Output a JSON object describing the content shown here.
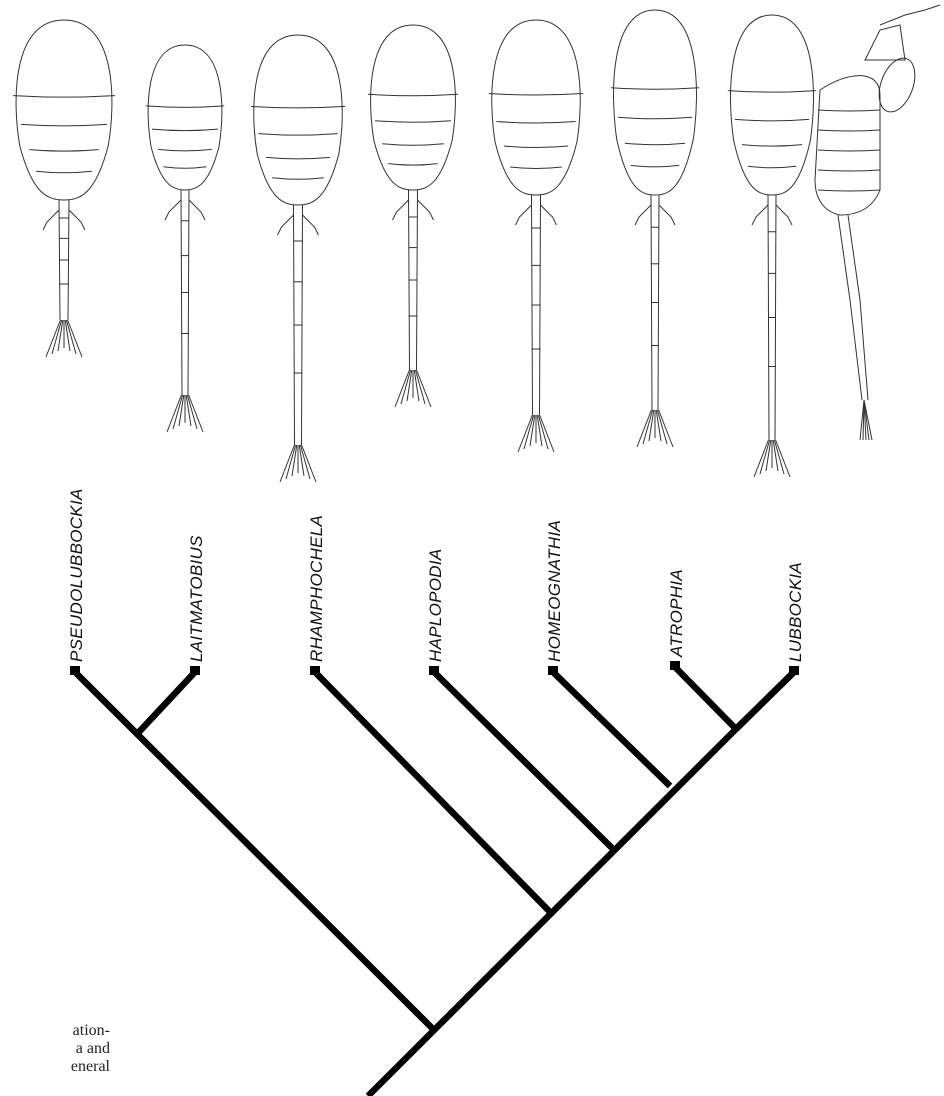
{
  "taxa": [
    {
      "label": "PSEUDOLUBBOCKIA"
    },
    {
      "label": "LAITMATOBIUS"
    },
    {
      "label": "RHAMPHOCHELA"
    },
    {
      "label": "HAPLOPODIA"
    },
    {
      "label": "HOMEOGNATHIA"
    },
    {
      "label": "ATROPHIA"
    },
    {
      "label": "LUBBOCKIA"
    }
  ],
  "caption_fragments": [
    "ation-",
    "a  and",
    "eneral"
  ],
  "colors": {
    "tree": "#000000",
    "drawing": "#333333"
  }
}
